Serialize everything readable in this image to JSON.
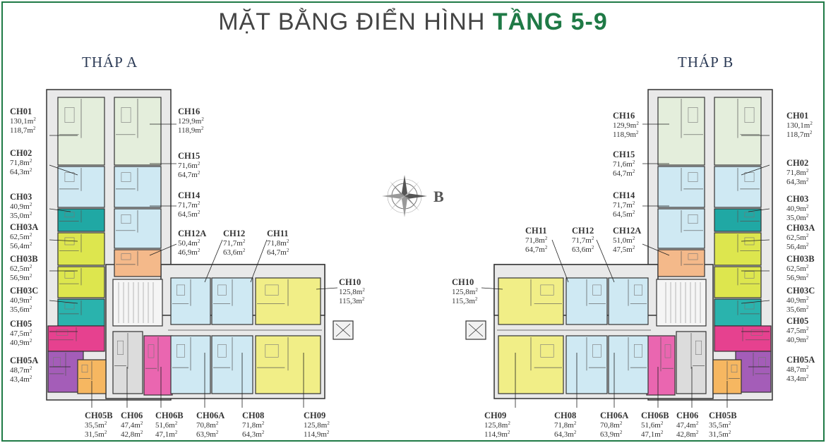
{
  "title": {
    "main": "MẶT BẰNG ĐIỂN HÌNH",
    "highlight": "TẦNG 5-9"
  },
  "towers": {
    "a": "THÁP A",
    "b": "THÁP B"
  },
  "compass_letter": "B",
  "unit_colors": {
    "CH01": "#e4eedc",
    "CH16": "#e4eedc",
    "CH02": "#cfe9f3",
    "CH15": "#cfe9f3",
    "CH03": "#cfe9f3",
    "CH14": "#cfe9f3",
    "CH03A": "#20a8a4",
    "CH12A": "#f4b98a",
    "CH03B": "#dde64e",
    "CH03C": "#2ab3ad",
    "CH05": "#e6418f",
    "CH05A": "#a45db8",
    "CH05B": "#f6b761",
    "CH06": "#dcdcdc",
    "CH06B": "#ea66b0",
    "CH06A": "#cfe9f3",
    "CH08": "#cfe9f3",
    "CH09": "#f1ee87",
    "CH10": "#f1ee87",
    "CH11": "#cfe9f3",
    "CH12": "#cfe9f3"
  },
  "labels_a": {
    "CH01": {
      "code": "CH01",
      "a1": "130,1m",
      "a2": "118,7m"
    },
    "CH02": {
      "code": "CH02",
      "a1": "71,8m",
      "a2": "64,3m"
    },
    "CH03": {
      "code": "CH03",
      "a1": "40,9m",
      "a2": "35,0m"
    },
    "CH03A": {
      "code": "CH03A",
      "a1": "62,5m",
      "a2": "56,4m"
    },
    "CH03B": {
      "code": "CH03B",
      "a1": "62,5m",
      "a2": "56,9m"
    },
    "CH03C": {
      "code": "CH03C",
      "a1": "40,9m",
      "a2": "35,6m"
    },
    "CH05": {
      "code": "CH05",
      "a1": "47,5m",
      "a2": "40,9m"
    },
    "CH05A": {
      "code": "CH05A",
      "a1": "48,7m",
      "a2": "43,4m"
    },
    "CH16": {
      "code": "CH16",
      "a1": "129,9m",
      "a2": "118,9m"
    },
    "CH15": {
      "code": "CH15",
      "a1": "71,6m",
      "a2": "64,7m"
    },
    "CH14": {
      "code": "CH14",
      "a1": "71,7m",
      "a2": "64,5m"
    },
    "CH12A": {
      "code": "CH12A",
      "a1": "50,4m",
      "a2": "46,9m"
    },
    "CH12": {
      "code": "CH12",
      "a1": "71,7m",
      "a2": "63,6m"
    },
    "CH11": {
      "code": "CH11",
      "a1": "71,8m",
      "a2": "64,7m"
    },
    "CH10": {
      "code": "CH10",
      "a1": "125,8m",
      "a2": "115,3m"
    },
    "CH05B": {
      "code": "CH05B",
      "a1": "35,5m",
      "a2": "31,5m"
    },
    "CH06": {
      "code": "CH06",
      "a1": "47,4m",
      "a2": "42,8m"
    },
    "CH06B": {
      "code": "CH06B",
      "a1": "51,6m",
      "a2": "47,1m"
    },
    "CH06A": {
      "code": "CH06A",
      "a1": "70,8m",
      "a2": "63,9m"
    },
    "CH08": {
      "code": "CH08",
      "a1": "71,8m",
      "a2": "64,3m"
    },
    "CH09": {
      "code": "CH09",
      "a1": "125,8m",
      "a2": "114,9m"
    }
  },
  "labels_b": {
    "CH16": {
      "code": "CH16",
      "a1": "129,9m",
      "a2": "118,9m"
    },
    "CH15": {
      "code": "CH15",
      "a1": "71,6m",
      "a2": "64,7m"
    },
    "CH14": {
      "code": "CH14",
      "a1": "71,7m",
      "a2": "64,5m"
    },
    "CH11": {
      "code": "CH11",
      "a1": "71,8m",
      "a2": "64,7m"
    },
    "CH12": {
      "code": "CH12",
      "a1": "71,7m",
      "a2": "63,6m"
    },
    "CH12A": {
      "code": "CH12A",
      "a1": "51,0m",
      "a2": "47,5m"
    },
    "CH10": {
      "code": "CH10",
      "a1": "125,8m",
      "a2": "115,3m"
    },
    "CH01": {
      "code": "CH01",
      "a1": "130,1m",
      "a2": "118,7m"
    },
    "CH02": {
      "code": "CH02",
      "a1": "71,8m",
      "a2": "64,3m"
    },
    "CH03": {
      "code": "CH03",
      "a1": "40,9m",
      "a2": "35,0m"
    },
    "CH03A": {
      "code": "CH03A",
      "a1": "62,5m",
      "a2": "56,4m"
    },
    "CH03B": {
      "code": "CH03B",
      "a1": "62,5m",
      "a2": "56,9m"
    },
    "CH03C": {
      "code": "CH03C",
      "a1": "40,9m",
      "a2": "35,6m"
    },
    "CH05": {
      "code": "CH05",
      "a1": "47,5m",
      "a2": "40,9m"
    },
    "CH05A": {
      "code": "CH05A",
      "a1": "48,7m",
      "a2": "43,4m"
    },
    "CH09": {
      "code": "CH09",
      "a1": "125,8m",
      "a2": "114,9m"
    },
    "CH08": {
      "code": "CH08",
      "a1": "71,8m",
      "a2": "64,3m"
    },
    "CH06A": {
      "code": "CH06A",
      "a1": "70,8m",
      "a2": "63,9m"
    },
    "CH06B": {
      "code": "CH06B",
      "a1": "51,6m",
      "a2": "47,1m"
    },
    "CH06": {
      "code": "CH06",
      "a1": "47,4m",
      "a2": "42,8m"
    },
    "CH05B": {
      "code": "CH05B",
      "a1": "35,5m",
      "a2": "31,5m"
    }
  }
}
